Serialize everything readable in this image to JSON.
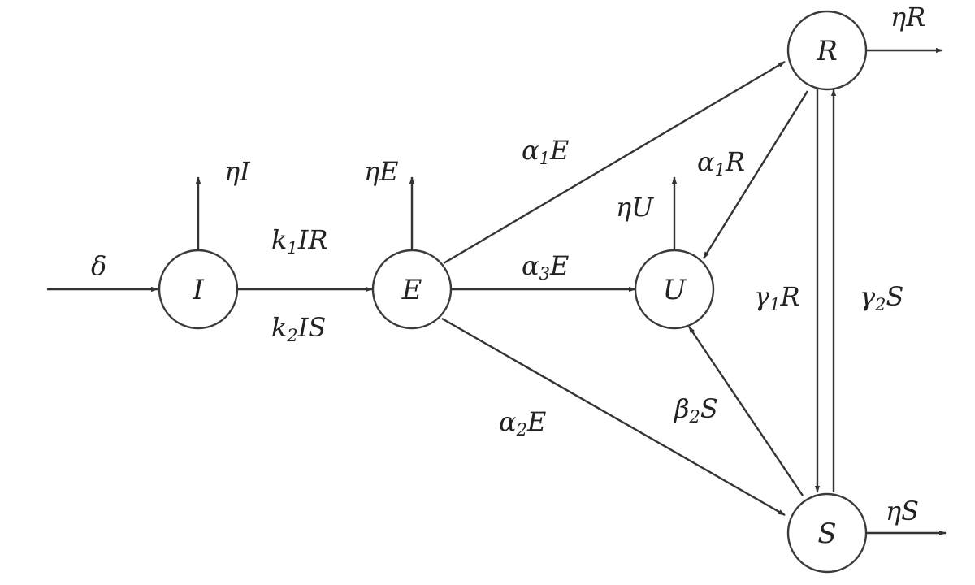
{
  "nodes": {
    "I": "I",
    "E": "E",
    "U": "U",
    "R": "R",
    "S": "S"
  },
  "labels": {
    "delta": "δ",
    "eta_I": "ηI",
    "eta_E": "ηE",
    "eta_U": "ηU",
    "eta_R": "ηR",
    "eta_S": "ηS",
    "k1IR": {
      "pre": "k",
      "sub": "1",
      "post": "IR"
    },
    "k2IS": {
      "pre": "k",
      "sub": "2",
      "post": "IS"
    },
    "alpha1E": {
      "pre": "α",
      "sub": "1",
      "post": "E"
    },
    "alpha3E": {
      "pre": "α",
      "sub": "3",
      "post": "E"
    },
    "alpha2E": {
      "pre": "α",
      "sub": "2",
      "post": "E"
    },
    "alpha1R": {
      "pre": "α",
      "sub": "1",
      "post": "R"
    },
    "beta2S": {
      "pre": "β",
      "sub": "2",
      "post": "S"
    },
    "gamma1R": {
      "pre": "γ",
      "sub": "1",
      "post": "R"
    },
    "gamma2S": {
      "pre": "γ",
      "sub": "2",
      "post": "S"
    }
  }
}
